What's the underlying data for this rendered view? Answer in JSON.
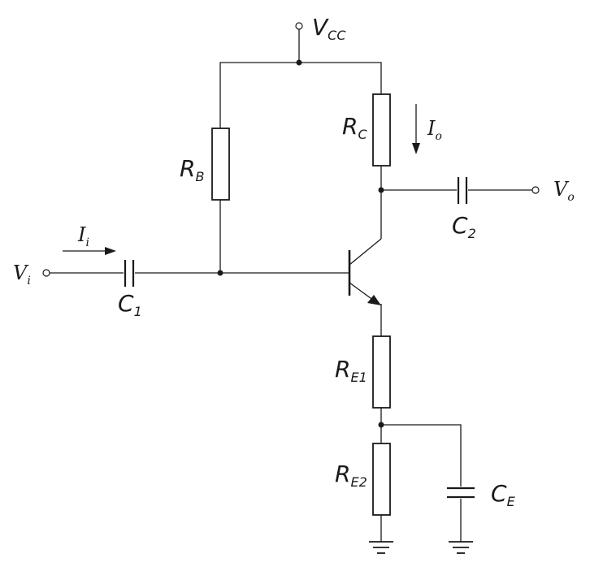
{
  "labels": {
    "vcc": {
      "main": "V",
      "sub": "CC"
    },
    "rb": {
      "main": "R",
      "sub": "B"
    },
    "rc": {
      "main": "R",
      "sub": "C"
    },
    "io": {
      "main": "I",
      "sub": "o"
    },
    "vo": {
      "main": "V",
      "sub": "o"
    },
    "c2": {
      "main": "C",
      "sub": "2"
    },
    "ii": {
      "main": "I",
      "sub": "i"
    },
    "vi": {
      "main": "V",
      "sub": "i"
    },
    "c1": {
      "main": "C",
      "sub": "1"
    },
    "re1": {
      "main": "R",
      "sub": "E1"
    },
    "re2": {
      "main": "R",
      "sub": "E2"
    },
    "ce": {
      "main": "C",
      "sub": "E"
    }
  },
  "colors": {
    "ink": "#1a1a1a",
    "background": "#ffffff"
  }
}
